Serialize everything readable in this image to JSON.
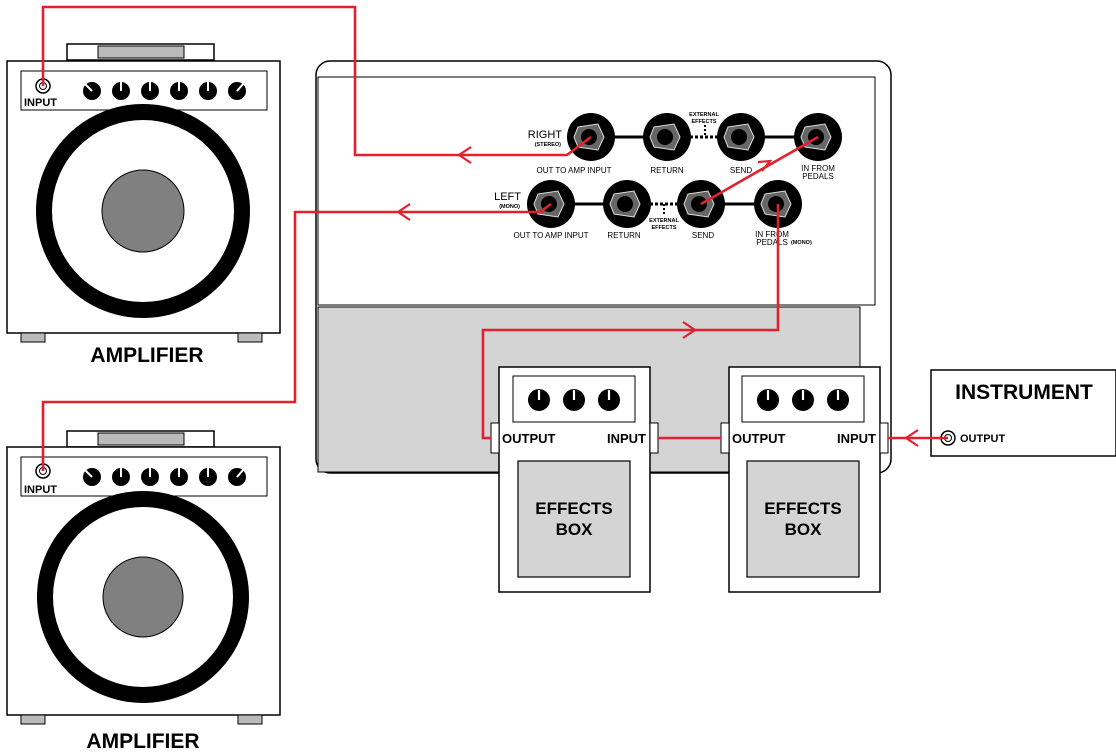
{
  "amplifiers": [
    {
      "label": "AMPLIFIER",
      "input_label": "INPUT"
    },
    {
      "label": "AMPLIFIER",
      "input_label": "INPUT"
    }
  ],
  "router": {
    "right_row": {
      "label": "RIGHT",
      "sublabel": "(STEREO)",
      "jacks": [
        "OUT TO AMP INPUT",
        "RETURN",
        "SEND"
      ],
      "in_label_line1": "IN FROM",
      "in_label_line2": "PEDALS",
      "external_line1": "EXTERNAL",
      "external_line2": "EFFECTS"
    },
    "left_row": {
      "label": "LEFT",
      "sublabel": "(MONO)",
      "jacks": [
        "OUT TO AMP INPUT",
        "RETURN",
        "SEND"
      ],
      "in_label_line1": "IN FROM",
      "in_label_line2": "PEDALS",
      "in_sublabel": "(MONO)",
      "external_line1": "EXTERNAL",
      "external_line2": "EFFECTS"
    }
  },
  "pedals": [
    {
      "line1": "EFFECTS",
      "line2": "BOX",
      "output_label": "OUTPUT",
      "input_label": "INPUT"
    },
    {
      "line1": "EFFECTS",
      "line2": "BOX",
      "output_label": "OUTPUT",
      "input_label": "INPUT"
    }
  ],
  "instrument": {
    "label": "INSTRUMENT",
    "output_label": "OUTPUT"
  },
  "colors": {
    "cable": "#e5202e",
    "panel_grey": "#d4d4d4",
    "speaker_cone": "#808080",
    "outline": "#000000"
  }
}
